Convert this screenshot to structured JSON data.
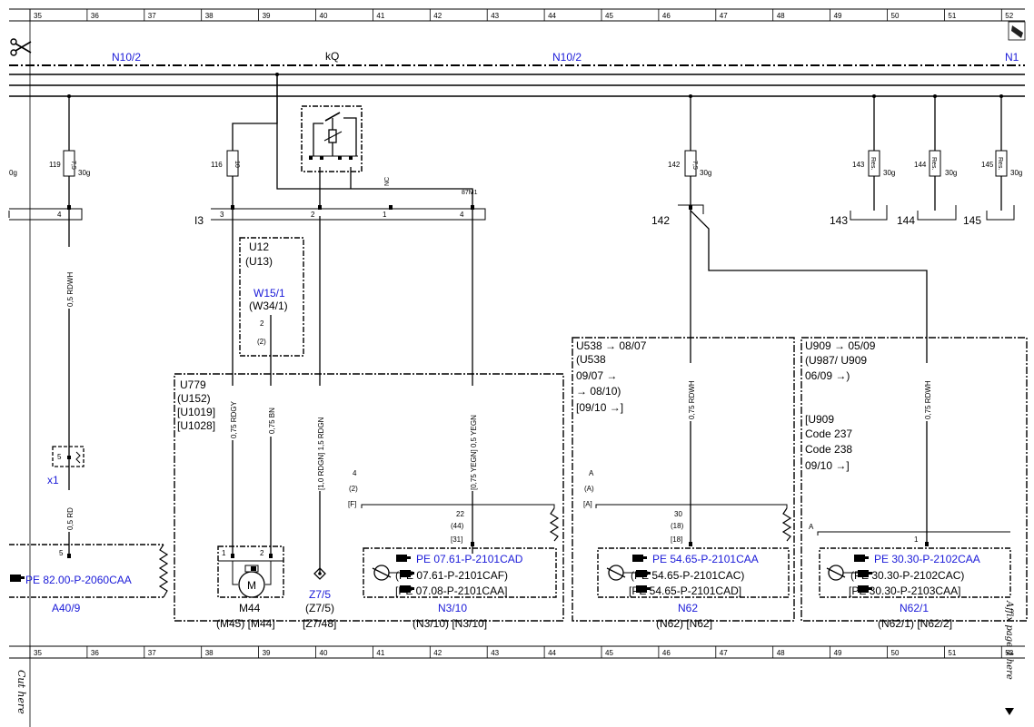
{
  "ruler": {
    "columns": [
      "35",
      "36",
      "37",
      "38",
      "39",
      "40",
      "41",
      "42",
      "43",
      "44",
      "45",
      "46",
      "47",
      "48",
      "49",
      "50",
      "51",
      "52"
    ]
  },
  "side": {
    "cut_here": "Cut here",
    "affix_page": "Affix page 4 here"
  },
  "bus": {
    "n10_2_a": "N10/2",
    "kq": "kQ",
    "n10_2_b": "N10/2",
    "n10_c": "N1"
  },
  "fuses": {
    "f119": {
      "num": "119",
      "rating": "7,5",
      "cond": "30g"
    },
    "f116": {
      "num": "116",
      "rating": "10"
    },
    "f142": {
      "num": "142",
      "rating": "7,5",
      "cond": "30g"
    },
    "f143": {
      "num": "143",
      "rating": "Res.",
      "cond": "30g"
    },
    "f144": {
      "num": "144",
      "rating": "Res.",
      "cond": "30g"
    },
    "f145": {
      "num": "145",
      "rating": "Res.",
      "cond": "30g"
    },
    "left_cond": "0g"
  },
  "connector": {
    "pins": [
      "4",
      "3",
      "2",
      "1",
      "4"
    ],
    "label": "I3",
    "nc": "NC",
    "m1": "87M1",
    "r142": "142",
    "r143": "143",
    "r144": "144",
    "r145": "145"
  },
  "wires": {
    "w1": "0,5 RDWH",
    "w2": "0,5 RD",
    "w3": "0,75 RDGY",
    "w4": "0,75 BN",
    "w5": "[1,0 RDGN] 1,5 RDGN",
    "w6": "[0,75 YEGN] 0,5 YEGN",
    "w7": "0,75 RDWH",
    "w8": "0,75 RDWH"
  },
  "boxes": {
    "u12": [
      "U12",
      "(U13)"
    ],
    "w15": "W15/1",
    "w34": "(W34/1)",
    "w15pin": "2",
    "w15pin2": "(2)",
    "u779": [
      "U779",
      "(U152)",
      "[U1019]",
      "[U1028]"
    ],
    "u538": [
      "U538 → 08/07",
      "(U538",
      "09/07 →",
      "→ 08/10)",
      "[09/10 →]"
    ],
    "u909": [
      "U909 → 05/09",
      "(U987/ U909",
      "06/09 →)",
      "",
      "[U909",
      "Code 237",
      "Code 238",
      "09/10 →]"
    ]
  },
  "a40": {
    "x1": "x1",
    "pin5a": "5",
    "pin5b": "5",
    "ref": "PE 82.00-P-2060CAA",
    "name": "A40/9"
  },
  "m44": {
    "p1": "1",
    "p2": "2",
    "motor": "M",
    "name": "M44",
    "alt": "(M45) [M44]"
  },
  "z75": {
    "name": "Z7/5",
    "alt1": "(Z7/5)",
    "alt2": "[Z7/48]"
  },
  "n310": {
    "pin_a": "4",
    "pin_b": "(2)",
    "pin_c": "[F]",
    "pin_d": "22",
    "pin_e": "(44)",
    "pin_f": "[31]",
    "refs": [
      "PE 07.61-P-2101CAD",
      "(PE 07.61-P-2101CAF)",
      "[PE 07.08-P-2101CAA]"
    ],
    "name": "N3/10",
    "alt": "(N3/10) [N3/10]"
  },
  "n62": {
    "pin_a": "A",
    "pin_b": "(A)",
    "pin_c": "[A]",
    "pin_d": "30",
    "pin_e": "(18)",
    "pin_f": "[18]",
    "refs": [
      "PE 54.65-P-2101CAA",
      "(PE 54.65-P-2101CAC)",
      "[PE 54.65-P-2101CAD]"
    ],
    "name": "N62",
    "alt": "(N62) [N62]"
  },
  "n621": {
    "pin_a": "A",
    "pin_d": "1",
    "refs": [
      "PE 30.30-P-2102CAA",
      "(PE 30.30-P-2102CAC)",
      "[PE 30.30-P-2103CAA]"
    ],
    "name": "N62/1",
    "alt": "(N62/1) [N62/2]"
  }
}
